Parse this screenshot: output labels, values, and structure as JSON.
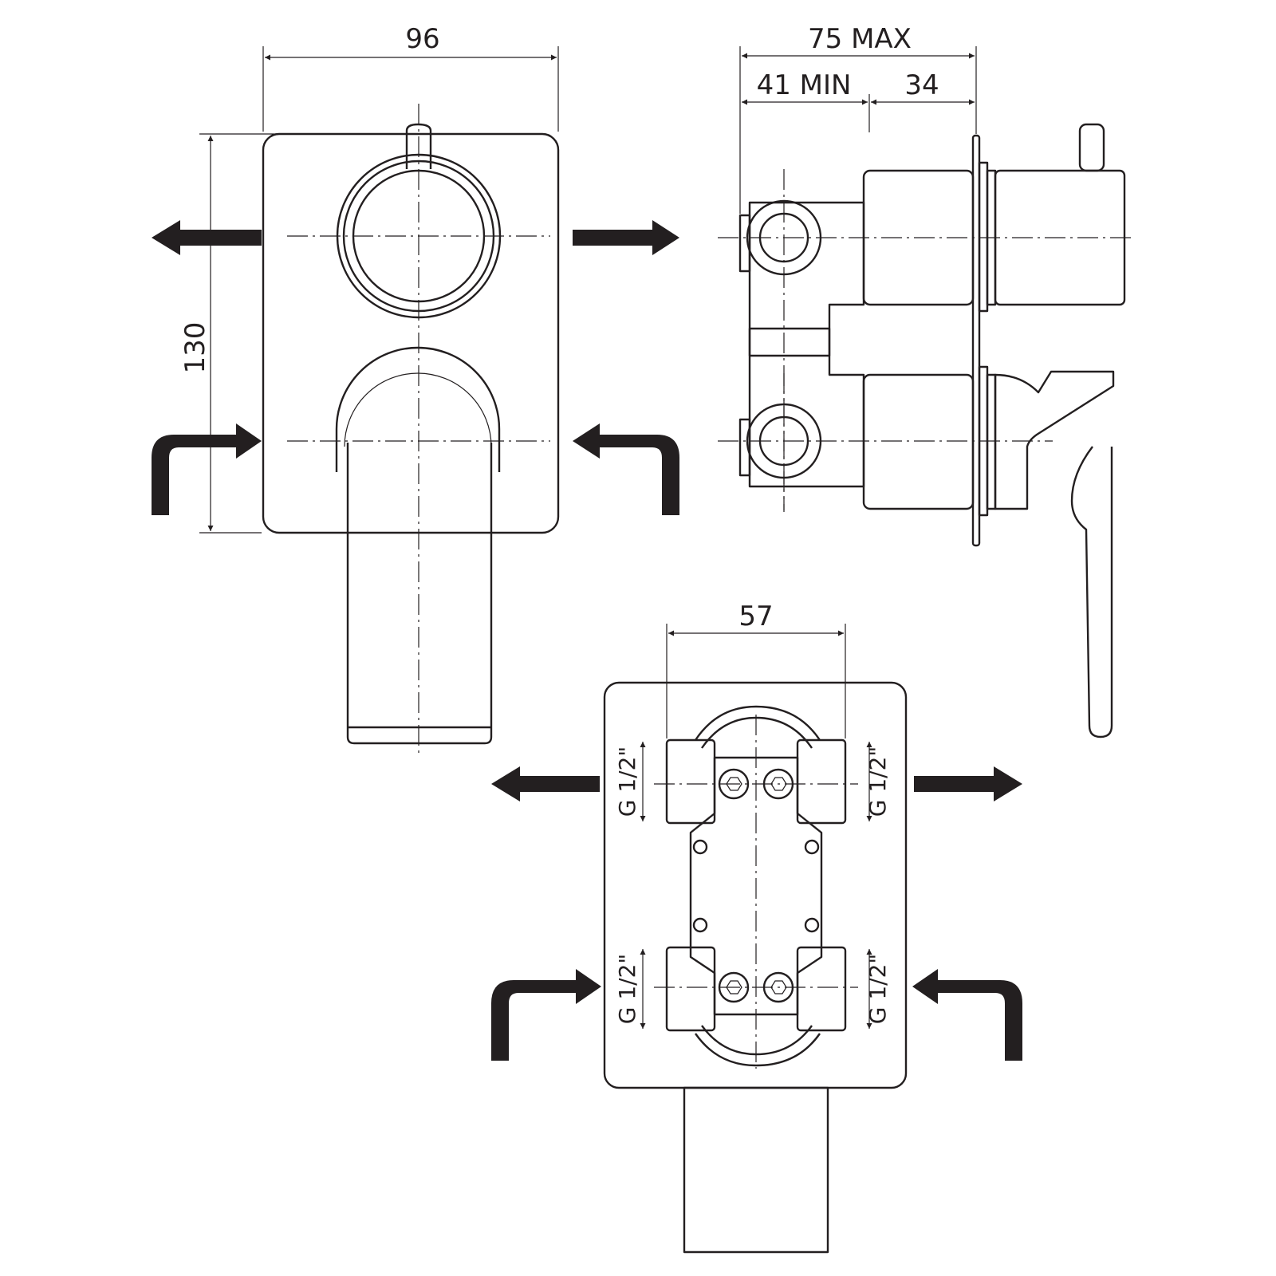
{
  "dimensions": {
    "plate_width": "96",
    "plate_height": "130",
    "depth_max": "75 MAX",
    "depth_min": "41 MIN",
    "handle_depth": "34",
    "inlet_spacing": "57"
  },
  "threads": {
    "top_left": "G 1/2\"",
    "top_right": "G 1/2\"",
    "bottom_left": "G 1/2\"",
    "bottom_right": "G 1/2\""
  },
  "colors": {
    "line": "#231f20",
    "background": "#ffffff"
  }
}
